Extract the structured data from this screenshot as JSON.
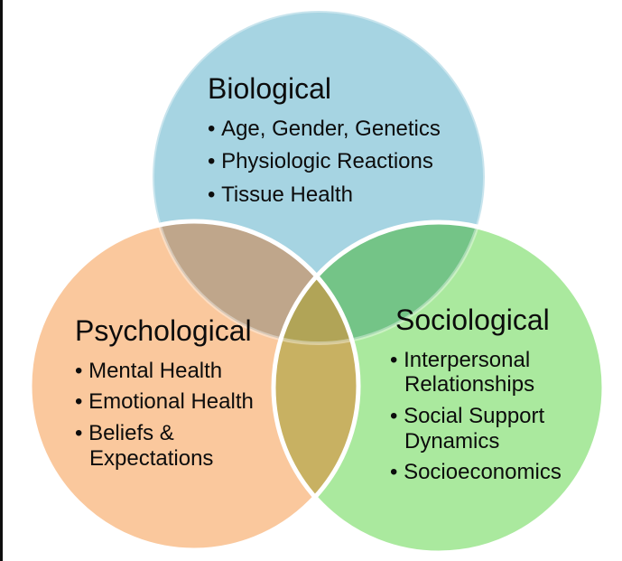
{
  "figure": {
    "kind": "venn-diagram",
    "background_color": "#ffffff",
    "frame_left_color": "#0d0d0d",
    "circles": [
      {
        "id": "biological",
        "title": "Biological",
        "fill_color": "#a6d4e2",
        "bullets": [
          "Age, Gender, Genetics",
          "Physiologic Reactions",
          "Tissue Health"
        ]
      },
      {
        "id": "psychological",
        "title": "Psychological",
        "fill_color": "#fac89d",
        "bullets": [
          "Mental Health",
          "Emotional Health",
          "Beliefs & Expectations"
        ]
      },
      {
        "id": "sociological",
        "title": "Sociological",
        "fill_color": "#aae99e",
        "bullets": [
          "Interpersonal Relationships",
          "Social Support Dynamics",
          "Socioeconomics"
        ]
      }
    ],
    "overlap_colors": {
      "biological_psychological": "#bfa68b",
      "biological_sociological": "#74c487",
      "psychological_sociological": "#c8b162",
      "all_three": "#b1a457"
    },
    "stroke_color": "#ffffff"
  }
}
